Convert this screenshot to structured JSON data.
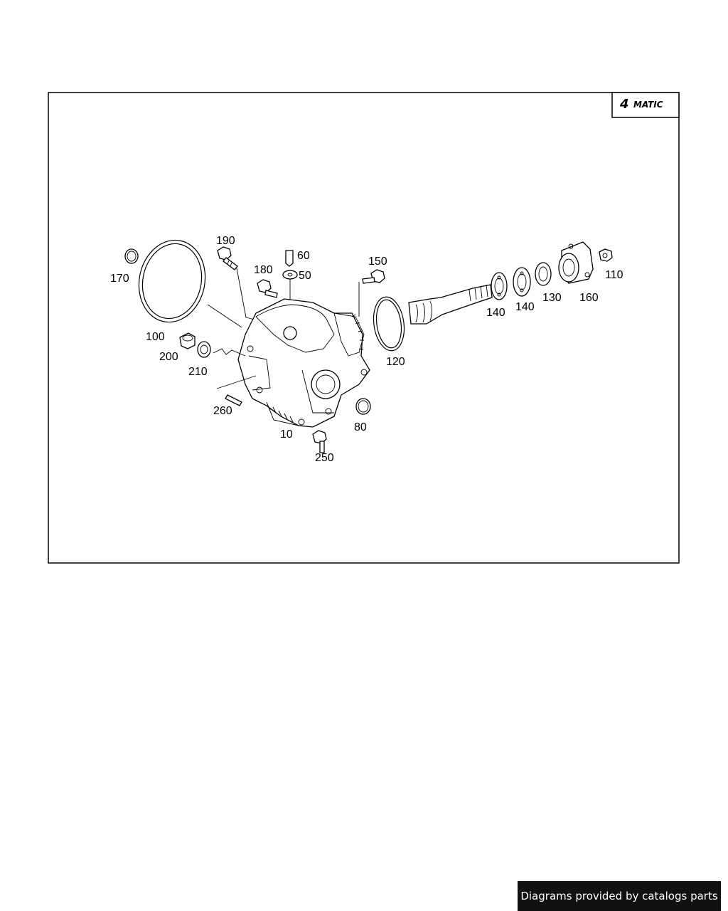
{
  "badge": {
    "number": "4",
    "text": "MATIC"
  },
  "callouts": {
    "c10": "10",
    "c50": "50",
    "c60": "60",
    "c80": "80",
    "c100": "100",
    "c110": "110",
    "c120": "120",
    "c130": "130",
    "c140a": "140",
    "c140b": "140",
    "c150": "150",
    "c160": "160",
    "c170": "170",
    "c180": "180",
    "c190": "190",
    "c200": "200",
    "c210": "210",
    "c250": "250",
    "c260": "260"
  },
  "footer": {
    "text": "Diagrams provided by catalogs parts"
  }
}
